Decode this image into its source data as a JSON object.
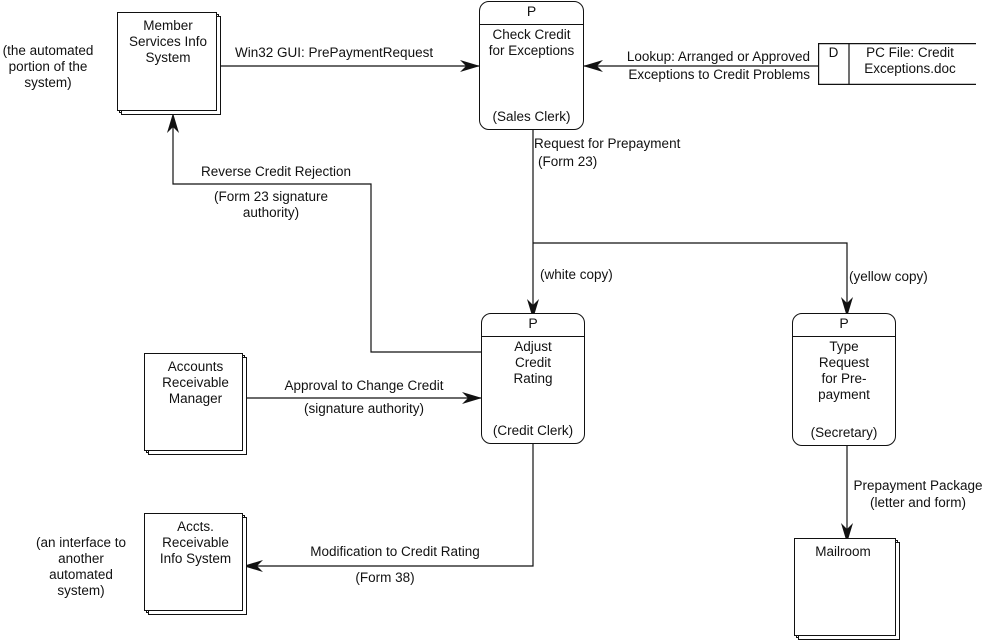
{
  "processes": {
    "check_credit": {
      "id": "P",
      "name": "Check Credit for Exceptions",
      "actor": "(Sales Clerk)"
    },
    "adjust_credit": {
      "id": "P",
      "name": "Adjust Credit Rating",
      "actor": "(Credit Clerk)"
    },
    "type_request": {
      "id": "P",
      "name": "Type Request for Pre-payment",
      "actor": "(Secretary)"
    }
  },
  "entities": {
    "member_services": "Member Services Info System",
    "accounts_receivable_manager": "Accounts Receivable Manager",
    "accts_receivable_info": "Accts. Receivable Info System",
    "mailroom": "Mailroom"
  },
  "data_store": {
    "id": "D",
    "name": "PC File: Credit Exceptions.doc"
  },
  "annotations": {
    "automated_portion": "(the automated portion of the system)",
    "interface_note": "(an interface to another automated system)"
  },
  "flows": {
    "win32": "Win32 GUI: PrePaymentRequest",
    "lookup_1": "Lookup: Arranged or Approved",
    "lookup_2": "Exceptions to Credit Problems",
    "request_prepayment": "Request for Prepayment",
    "form23": "(Form 23)",
    "reverse_rejection": "Reverse Credit Rejection",
    "form23_sig_1": "(Form 23 signature",
    "form23_sig_2": "authority)",
    "white_copy": "(white copy)",
    "yellow_copy": "(yellow copy)",
    "approval": "Approval to Change Credit",
    "sig_authority": "(signature authority)",
    "modification": "Modification to Credit Rating",
    "form38": "(Form 38)",
    "prepayment_package": "Prepayment Package",
    "letter_form": "(letter and form)"
  }
}
